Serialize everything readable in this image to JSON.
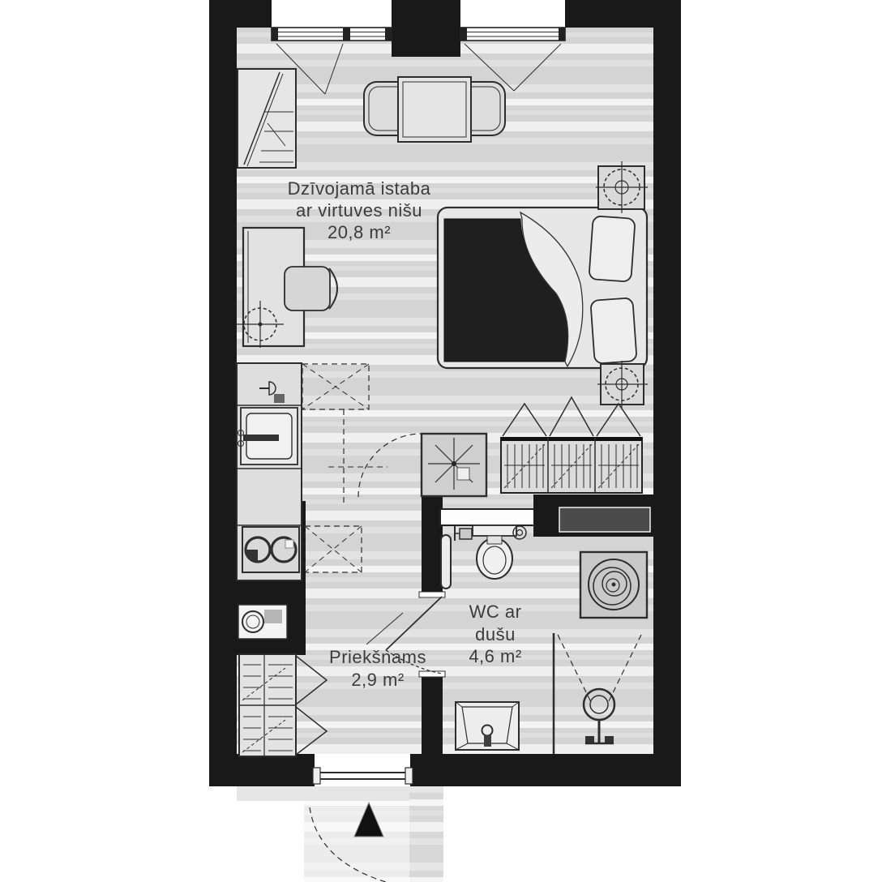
{
  "plan": {
    "type": "apartment-floor-plan",
    "rooms": [
      {
        "id": "living",
        "name_line1": "Dzīvojamā istaba",
        "name_line2": "ar virtuves nišu",
        "area_label": "20,8 m²"
      },
      {
        "id": "wc",
        "name_line1": "WC ar",
        "name_line2": "dušu",
        "area_label": "4,6 m²"
      },
      {
        "id": "hallway",
        "name_line1": "Priekšnams",
        "area_label": "2,9 m²"
      }
    ],
    "colors": {
      "wall": "#191919",
      "floor": "#d4d4d4",
      "floor_streak": "#f3f3f3",
      "outline": "#2d2d2d",
      "blanket": "#1f1f1f",
      "label_text": "#3b3b3b",
      "wall_niche": "#4b4b4b"
    },
    "symbols": [
      "window",
      "casement-swing",
      "tall-cabinet",
      "dining-table",
      "dining-chair",
      "double-bed",
      "pillow",
      "duvet",
      "ventilation-duct",
      "wardrobe",
      "desk",
      "desk-chair",
      "ceiling-lamp",
      "kitchen-counter",
      "kitchen-faucet",
      "kitchen-sink",
      "hob",
      "upper-cabinets-dashed",
      "extract-fan",
      "door-swing",
      "toilet",
      "floor-drain",
      "towel-radiator",
      "washing-machine",
      "washbasin",
      "shower-head",
      "shower-screen",
      "hall-wardrobe",
      "entrance-door",
      "entrance-arrow"
    ]
  }
}
